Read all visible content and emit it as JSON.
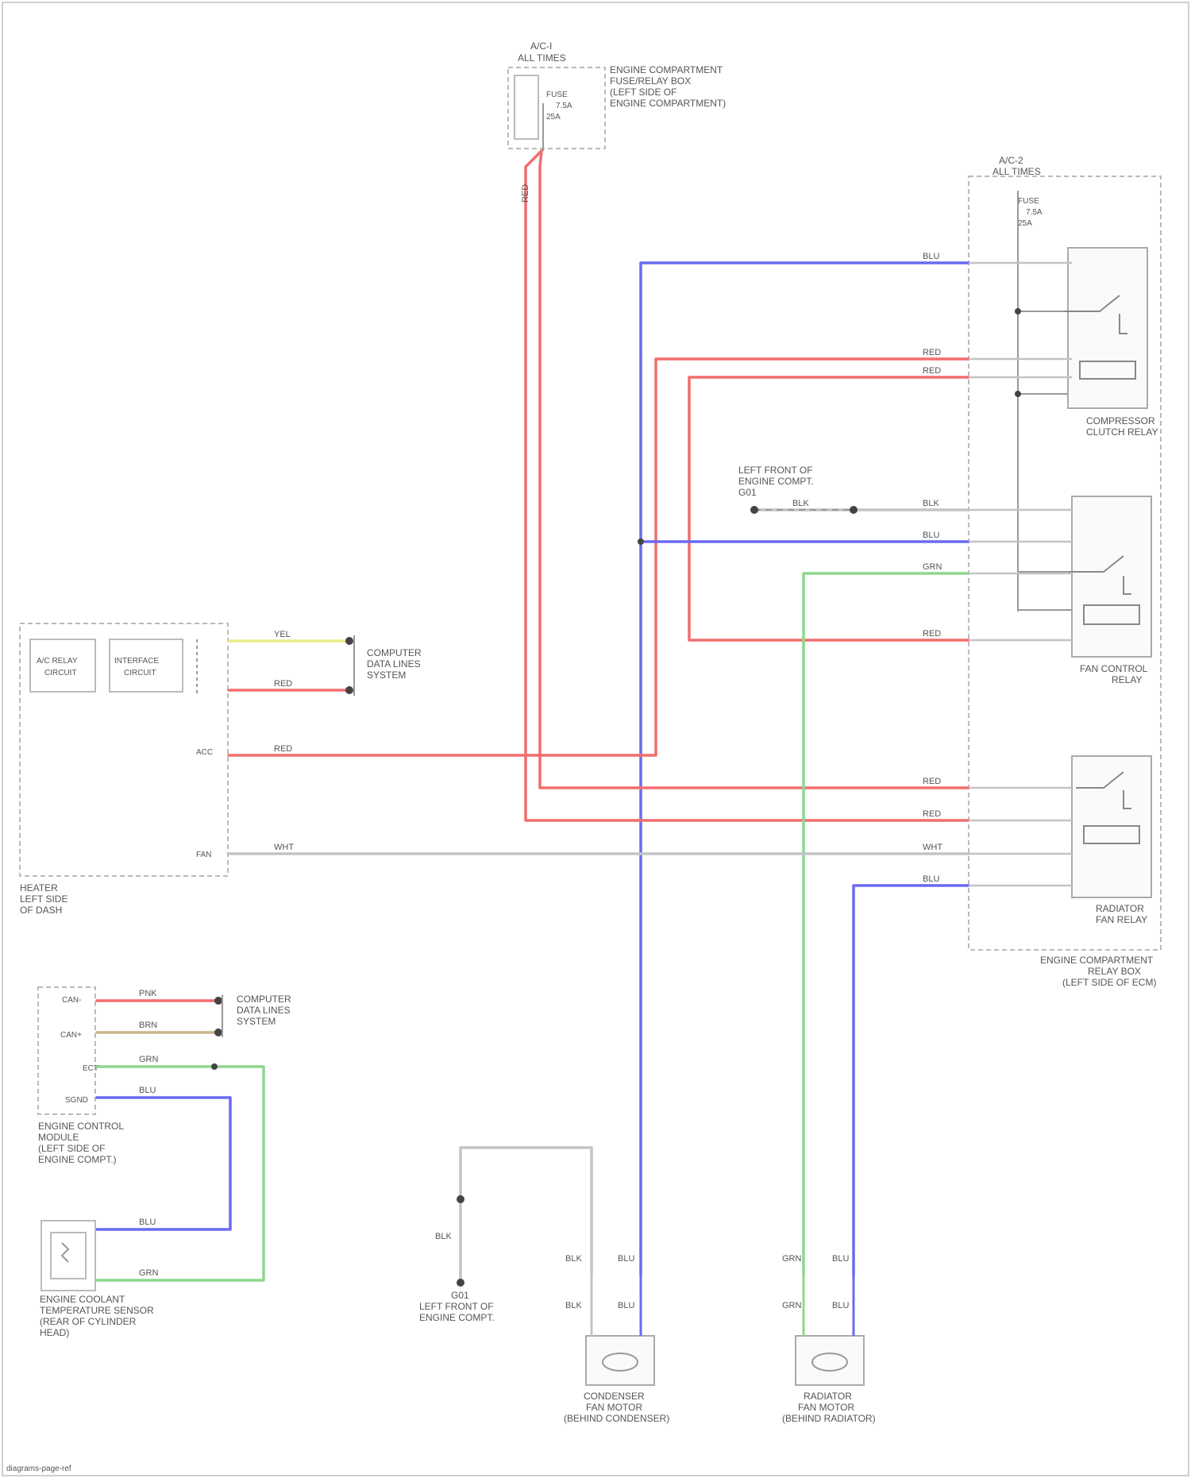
{
  "diagram": {
    "fuse_top": {
      "name_lines": [
        "A/C-I",
        "ALL TIMES"
      ],
      "label_lines": [
        "ENGINE COMPARTMENT",
        "FUSE/RELAY BOX",
        "(LEFT SIDE OF",
        "ENGINE COMPARTMENT)"
      ],
      "fuse_lines": [
        "FUSE",
        "7.5A",
        "25A"
      ]
    },
    "relay_box": {
      "header_lines": [
        "A/C-2",
        "ALL TIMES"
      ],
      "fuse_lines": [
        "FUSE",
        "7.5A",
        "25A"
      ],
      "label_lines": [
        "ENGINE COMPARTMENT",
        "RELAY BOX",
        "(LEFT SIDE OF ECM)"
      ]
    },
    "relays": {
      "compressor_clutch": [
        "COMPRESSOR",
        "CLUTCH RELAY"
      ],
      "fan_control": [
        "FAN CONTROL",
        "RELAY"
      ],
      "radiator_fan": [
        "RADIATOR",
        "FAN RELAY"
      ]
    },
    "ground_left_engine": [
      "LEFT FRONT OF",
      "ENGINE COMPT.",
      "G01"
    ],
    "hvac_module": {
      "label_lines": [
        "HEATER",
        "LEFT SIDE",
        "OF DASH"
      ],
      "inner_boxes": [
        "A/C RELAY",
        "CIRCUIT",
        "INTERFACE",
        "CIRCUIT"
      ],
      "pins": [
        "ACC",
        "FAN"
      ],
      "connector_note": [
        "COMPUTER",
        "DATA LINES",
        "SYSTEM"
      ]
    },
    "pcm": {
      "label_lines": [
        "ENGINE CONTROL",
        "MODULE",
        "(LEFT SIDE OF",
        "ENGINE COMPT.)"
      ],
      "pins": [
        "CAN-",
        "CAN+",
        "ECT",
        "SGND"
      ],
      "connector_note": [
        "COMPUTER",
        "DATA LINES",
        "SYSTEM"
      ]
    },
    "ect_sensor": [
      "ENGINE COOLANT",
      "TEMPERATURE SENSOR",
      "(REAR OF CYLINDER",
      "HEAD)"
    ],
    "ground_bottom": [
      "G01",
      "LEFT FRONT OF",
      "ENGINE COMPT."
    ],
    "cond_fan": [
      "CONDENSER",
      "FAN MOTOR",
      "(BEHIND CONDENSER)"
    ],
    "rad_fan": [
      "RADIATOR",
      "FAN MOTOR",
      "(BEHIND RADIATOR)"
    ],
    "wire_labels": {
      "red": "RED",
      "blu": "BLU",
      "grn": "GRN",
      "yel": "YEL",
      "wht": "WHT",
      "blk": "BLK",
      "pnk": "PNK",
      "brn": "BRN"
    },
    "footer": "diagrams-page-ref"
  }
}
